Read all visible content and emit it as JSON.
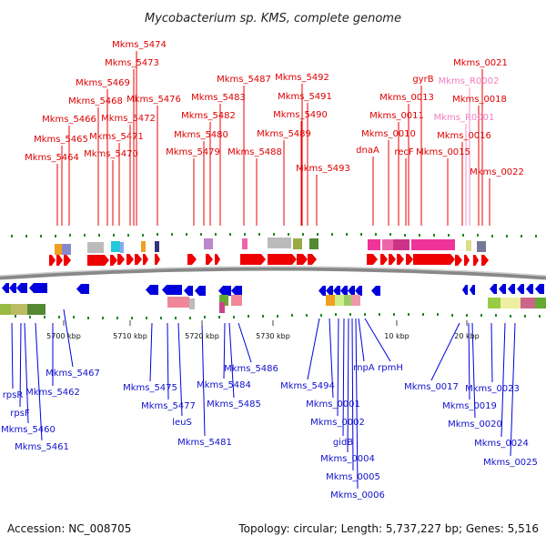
{
  "title": "Mycobacterium sp. KMS, complete genome",
  "footer": {
    "accession": "Accession: NC_008705",
    "summary": "Topology: circular; Length: 5,737,227 bp; Genes: 5,516"
  },
  "scale_ticks": [
    "5700 kbp",
    "5710 kbp",
    "5720 kbp",
    "5730 kbp",
    "10 kbp",
    "20 kbp"
  ],
  "top_labels": [
    {
      "text": "Mkms_5474",
      "color": "red"
    },
    {
      "text": "Mkms_5473",
      "color": "red"
    },
    {
      "text": "Mkms_5469",
      "color": "red"
    },
    {
      "text": "Mkms_5468",
      "color": "red"
    },
    {
      "text": "Mkms_5476",
      "color": "red"
    },
    {
      "text": "Mkms_5466",
      "color": "red"
    },
    {
      "text": "Mkms_5472",
      "color": "red"
    },
    {
      "text": "Mkms_5465",
      "color": "red"
    },
    {
      "text": "Mkms_5471",
      "color": "red"
    },
    {
      "text": "Mkms_5464",
      "color": "red"
    },
    {
      "text": "Mkms_5470",
      "color": "red"
    },
    {
      "text": "Mkms_5487",
      "color": "red"
    },
    {
      "text": "Mkms_5483",
      "color": "red"
    },
    {
      "text": "Mkms_5482",
      "color": "red"
    },
    {
      "text": "Mkms_5480",
      "color": "red"
    },
    {
      "text": "Mkms_5479",
      "color": "red"
    },
    {
      "text": "Mkms_5488",
      "color": "red"
    },
    {
      "text": "Mkms_5492",
      "color": "red"
    },
    {
      "text": "Mkms_5491",
      "color": "red"
    },
    {
      "text": "Mkms_5490",
      "color": "red"
    },
    {
      "text": "Mkms_5489",
      "color": "red"
    },
    {
      "text": "Mkms_5493",
      "color": "red"
    },
    {
      "text": "dnaA",
      "color": "red"
    },
    {
      "text": "Mkms_0010",
      "color": "red"
    },
    {
      "text": "Mkms_0011",
      "color": "red"
    },
    {
      "text": "Mkms_0013",
      "color": "red"
    },
    {
      "text": "gyrB",
      "color": "red"
    },
    {
      "text": "recF",
      "color": "red"
    },
    {
      "text": "Mkms_0015",
      "color": "red"
    },
    {
      "text": "Mkms_0021",
      "color": "red"
    },
    {
      "text": "Mkms_R0002",
      "color": "pink"
    },
    {
      "text": "Mkms_R0001",
      "color": "pink"
    },
    {
      "text": "Mkms_0018",
      "color": "red"
    },
    {
      "text": "Mkms_0016",
      "color": "red"
    },
    {
      "text": "Mkms_0022",
      "color": "red"
    }
  ],
  "bottom_labels": [
    {
      "text": "Mkms_5467",
      "color": "blue"
    },
    {
      "text": "rpsR",
      "color": "blue"
    },
    {
      "text": "Mkms_5462",
      "color": "blue"
    },
    {
      "text": "rpsF",
      "color": "blue"
    },
    {
      "text": "Mkms_5460",
      "color": "blue"
    },
    {
      "text": "Mkms_5461",
      "color": "blue"
    },
    {
      "text": "Mkms_5475",
      "color": "blue"
    },
    {
      "text": "Mkms_5477",
      "color": "blue"
    },
    {
      "text": "leuS",
      "color": "blue"
    },
    {
      "text": "Mkms_5481",
      "color": "blue"
    },
    {
      "text": "Mkms_5486",
      "color": "blue"
    },
    {
      "text": "Mkms_5484",
      "color": "blue"
    },
    {
      "text": "Mkms_5485",
      "color": "blue"
    },
    {
      "text": "Mkms_5494",
      "color": "blue"
    },
    {
      "text": "Mkms_0001",
      "color": "blue"
    },
    {
      "text": "Mkms_0002",
      "color": "blue"
    },
    {
      "text": "gidB",
      "color": "blue"
    },
    {
      "text": "Mkms_0004",
      "color": "blue"
    },
    {
      "text": "Mkms_0005",
      "color": "blue"
    },
    {
      "text": "Mkms_0006",
      "color": "blue"
    },
    {
      "text": "rnpA",
      "color": "blue"
    },
    {
      "text": "rpmH",
      "color": "blue"
    },
    {
      "text": "Mkms_0017",
      "color": "blue"
    },
    {
      "text": "Mkms_0019",
      "color": "blue"
    },
    {
      "text": "Mkms_0020",
      "color": "blue"
    },
    {
      "text": "Mkms_0023",
      "color": "blue"
    },
    {
      "text": "Mkms_0024",
      "color": "blue"
    },
    {
      "text": "Mkms_0025",
      "color": "blue"
    }
  ],
  "colors": {
    "forward_strand": "#ee0000",
    "reverse_strand": "#0000dd",
    "rna_gene": "#f090c8",
    "backbone": "#777777",
    "tick": "#228822"
  }
}
